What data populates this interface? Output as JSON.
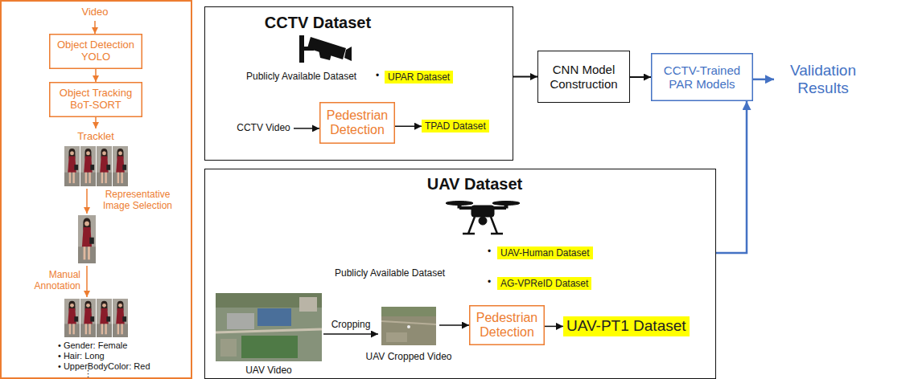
{
  "diagram": {
    "nodes": [
      {
        "text": [
          "Video"
        ]
      },
      {
        "text": [
          "Object Detection",
          "YOLO"
        ]
      },
      {
        "text": [
          "Object Tracking",
          "BoT-SORT"
        ]
      },
      {
        "text": [
          "Tracklet"
        ]
      },
      {
        "text": [
          "CCTV Dataset"
        ]
      },
      {
        "text": [
          "UPAR Dataset"
        ],
        "in": 4
      },
      {
        "text": [
          "CCTV Video"
        ],
        "in": 4
      },
      {
        "text": [
          "Pedestrian Detection"
        ],
        "in": 4
      },
      {
        "text": [
          "TPAD Dataset"
        ],
        "in": 4
      },
      {
        "text": [
          "CNN Model Construction"
        ]
      },
      {
        "text": [
          "CCTV-Trained PAR Models"
        ]
      },
      {
        "text": [
          "Validation Results"
        ]
      },
      {
        "text": [
          "UAV Dataset"
        ]
      },
      {
        "text": [
          "UAV-Human Dataset"
        ],
        "in": 12
      },
      {
        "text": [
          "AG-VPReID Dataset"
        ],
        "in": 12
      },
      {
        "text": [
          "UAV Video"
        ],
        "in": 12
      },
      {
        "text": [
          "UAV Cropped Video"
        ],
        "in": 12
      },
      {
        "text": [
          "Pedestrian Detection"
        ],
        "in": 12
      },
      {
        "text": [
          "UAV-PT1 Dataset"
        ],
        "in": 12
      }
    ],
    "edges": [
      {
        "from": 0,
        "to": 1,
        "arrow": "to"
      },
      {
        "from": 1,
        "to": 2,
        "arrow": "to"
      },
      {
        "from": 2,
        "to": 3,
        "arrow": "to"
      },
      {
        "from": 6,
        "to": 7,
        "arrow": "to"
      },
      {
        "from": 7,
        "to": 8,
        "arrow": "to"
      },
      {
        "from": 4,
        "to": 9,
        "arrow": "to"
      },
      {
        "from": 9,
        "to": 10,
        "arrow": "to"
      },
      {
        "from": 10,
        "to": 11,
        "arrow": "to"
      },
      {
        "from": 12,
        "to": 10,
        "arrow": "to"
      },
      {
        "from": 15,
        "to": 16,
        "label": "Cropping",
        "arrow": "to"
      },
      {
        "from": 16,
        "to": 17,
        "arrow": "to"
      },
      {
        "from": 17,
        "to": 18,
        "arrow": "to"
      }
    ],
    "labels": [
      "Representative Image Selection",
      "Manual Annotation",
      "• Gender: Female",
      "• Hair: Long",
      "• UpperBodyColor: Red",
      "⋮",
      "Publicly Available Dataset",
      "•",
      "Publicly Available Dataset",
      "•",
      "•"
    ]
  }
}
